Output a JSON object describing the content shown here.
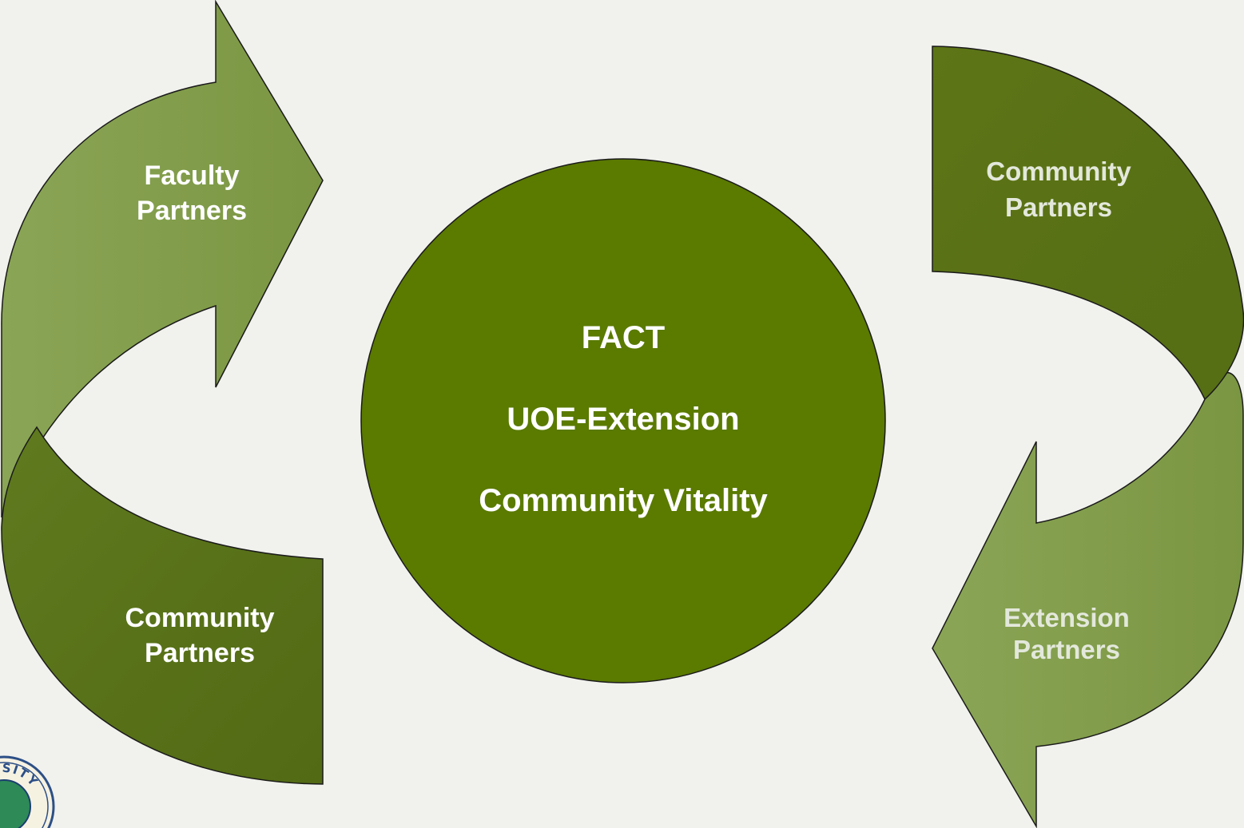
{
  "colors": {
    "background": "#f1f1ed",
    "circle": "#5a7a00",
    "arrow_light": "#809a4a",
    "arrow_dark": "#5a6f18"
  },
  "circle": {
    "lines": [
      "FACT",
      "UOE-Extension",
      "Community Vitality"
    ]
  },
  "left_cycle": {
    "top_label": [
      "Faculty",
      "Partners"
    ],
    "bottom_label": [
      "Community",
      "Partners"
    ]
  },
  "right_cycle": {
    "top_label": [
      "Community",
      "Partners"
    ],
    "bottom_label": [
      "Extension",
      "Partners"
    ]
  },
  "logo": {
    "name": "university-seal-icon",
    "text": "RSITY"
  }
}
